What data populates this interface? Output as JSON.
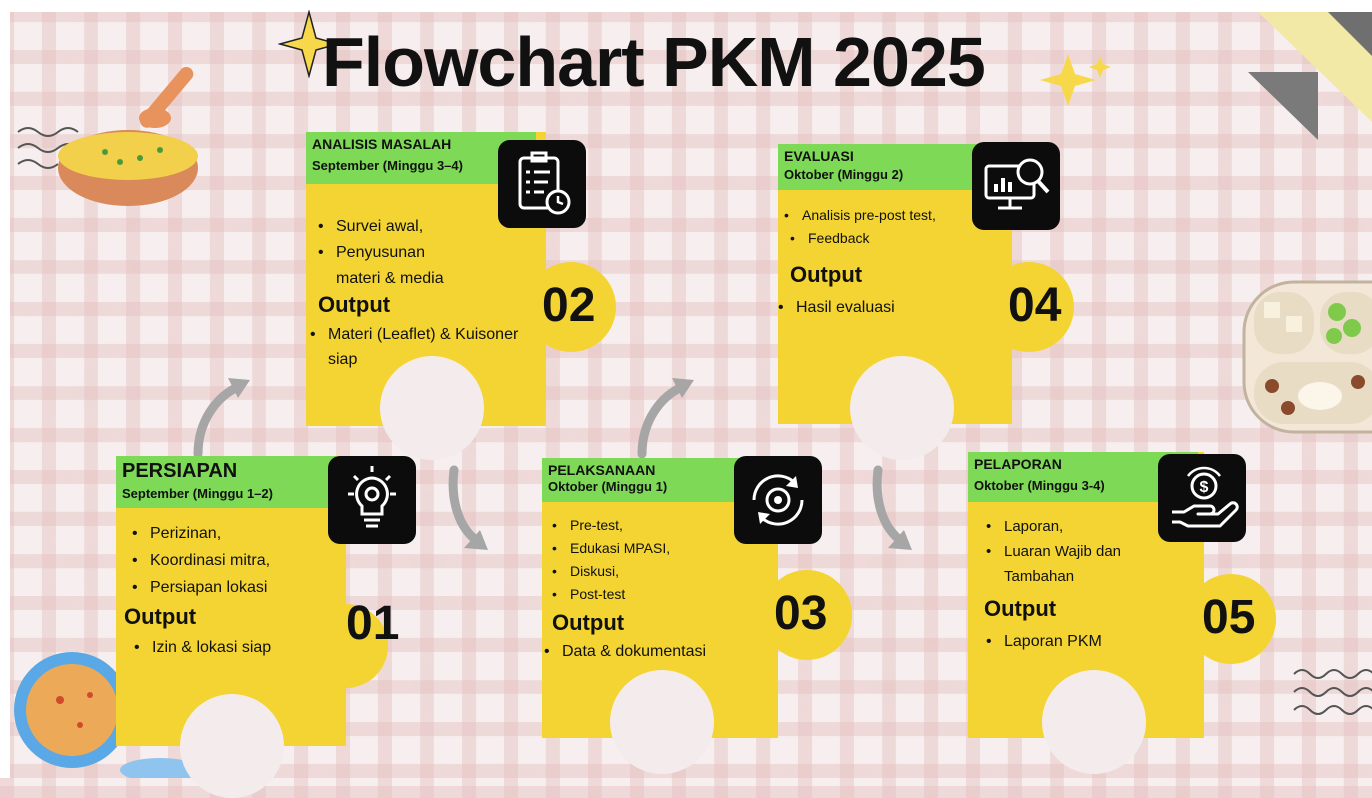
{
  "title": "Flowchart PKM 2025",
  "colors": {
    "card": "#f3d433",
    "header": "#7ed957",
    "icon_bg": "#0c0c0c",
    "arrow": "#a6a6a6"
  },
  "steps": [
    {
      "number": "01",
      "title": "PERSIAPAN",
      "date": "September (Minggu 1–2)",
      "items": [
        "Perizinan,",
        "Koordinasi mitra,",
        "Persiapan lokasi"
      ],
      "output_label": "Output",
      "outputs": [
        "Izin & lokasi siap"
      ],
      "icon": "lightbulb-gear-icon"
    },
    {
      "number": "02",
      "title": "ANALISIS MASALAH",
      "date": "September (Minggu 3–4)",
      "items": [
        "Survei awal,",
        "Penyusunan",
        "materi & media"
      ],
      "output_label": "Output",
      "outputs": [
        "Materi (Leaflet) & Kuisoner",
        "siap"
      ],
      "icon": "checklist-clock-icon"
    },
    {
      "number": "03",
      "title": "PELAKSANAAN",
      "date": "Oktober (Minggu 1)",
      "items": [
        "Pre-test,",
        "Edukasi MPASI,",
        "Diskusi,",
        "Post-test"
      ],
      "output_label": "Output",
      "outputs": [
        "Data & dokumentasi"
      ],
      "icon": "gear-cycle-icon"
    },
    {
      "number": "04",
      "title": "EVALUASI",
      "date": "Oktober (Minggu 2)",
      "items": [
        "Analisis pre-post test,",
        "Feedback"
      ],
      "output_label": "Output",
      "outputs": [
        "Hasil evaluasi"
      ],
      "icon": "monitor-analysis-icon"
    },
    {
      "number": "05",
      "title": "PELAPORAN",
      "date": "Oktober (Minggu 3-4)",
      "items": [
        "Laporan,",
        "Luaran Wajib dan",
        "Tambahan"
      ],
      "output_label": "Output",
      "outputs": [
        "Laporan PKM"
      ],
      "icon": "money-hand-icon"
    }
  ]
}
